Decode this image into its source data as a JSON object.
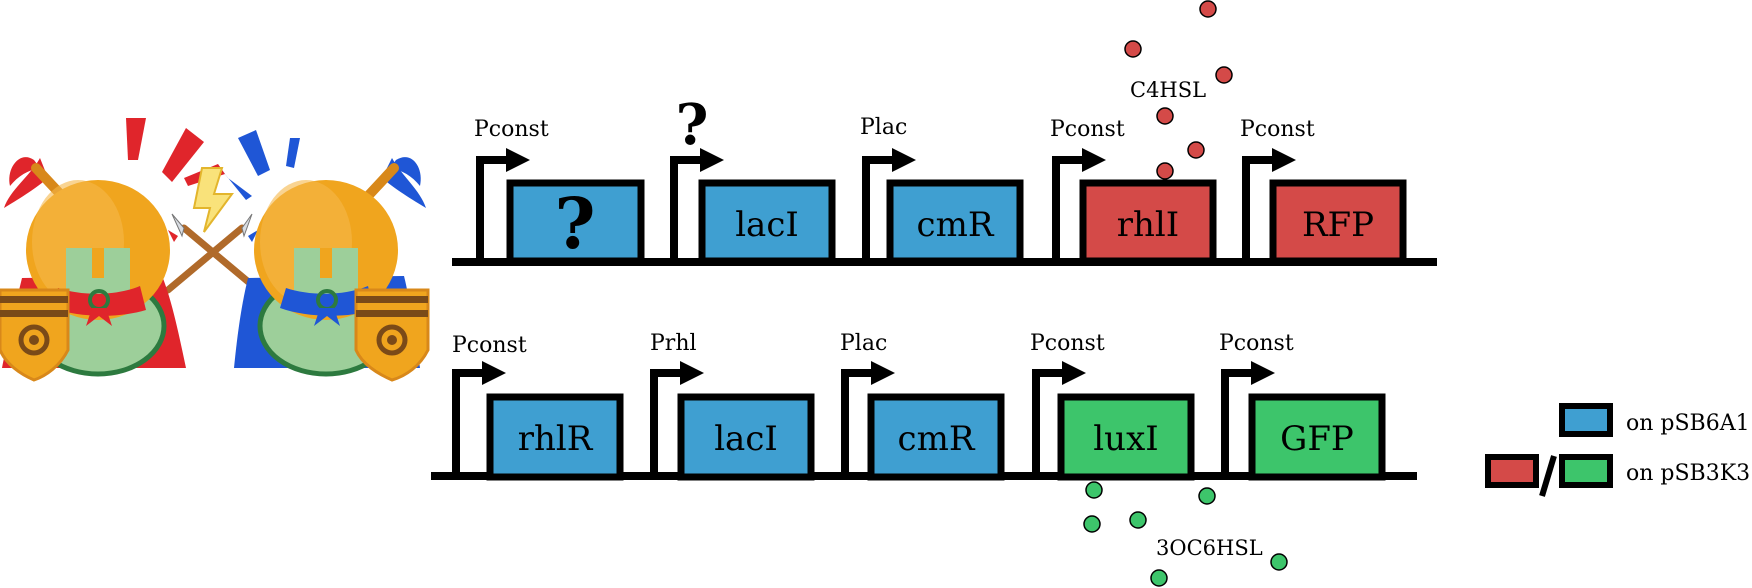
{
  "colors": {
    "blue": "#3f9fd1",
    "red": "#d44a48",
    "green": "#3dc56b",
    "line": "#000000",
    "gold": "#f0a51e",
    "goldDark": "#d8881a",
    "greenFace": "#9dcf9a",
    "greenDark": "#2d7a3f",
    "capeBlue": "#1f56d6",
    "capeRed": "#e0252b",
    "wood": "#b06a2a"
  },
  "top_row": {
    "promoters": [
      {
        "id": "t-p1",
        "label": "Pconst"
      },
      {
        "id": "t-p2",
        "label": "?"
      },
      {
        "id": "t-p3",
        "label": "Plac"
      },
      {
        "id": "t-p4",
        "label": "Pconst"
      },
      {
        "id": "t-p5",
        "label": "Pconst"
      }
    ],
    "genes": [
      {
        "id": "t-g1",
        "label": "?",
        "color": "blue"
      },
      {
        "id": "t-g2",
        "label": "lacI",
        "color": "blue"
      },
      {
        "id": "t-g3",
        "label": "cmR",
        "color": "blue"
      },
      {
        "id": "t-g4",
        "label": "rhlI",
        "color": "red"
      },
      {
        "id": "t-g5",
        "label": "RFP",
        "color": "red"
      }
    ],
    "signal_label": "C4HSL"
  },
  "bottom_row": {
    "promoters": [
      {
        "id": "b-p1",
        "label": "Pconst"
      },
      {
        "id": "b-p2",
        "label": "Prhl"
      },
      {
        "id": "b-p3",
        "label": "Plac"
      },
      {
        "id": "b-p4",
        "label": "Pconst"
      },
      {
        "id": "b-p5",
        "label": "Pconst"
      }
    ],
    "genes": [
      {
        "id": "b-g1",
        "label": "rhlR",
        "color": "blue"
      },
      {
        "id": "b-g2",
        "label": "lacI",
        "color": "blue"
      },
      {
        "id": "b-g3",
        "label": "cmR",
        "color": "blue"
      },
      {
        "id": "b-g4",
        "label": "luxI",
        "color": "green"
      },
      {
        "id": "b-g5",
        "label": "GFP",
        "color": "green"
      }
    ],
    "signal_label": "3OC6HSL"
  },
  "legend": {
    "item1": "on pSB6A1",
    "item2": "on pSB3K3"
  },
  "icons": [
    "knight-red-icon",
    "knight-blue-icon",
    "crossed-spears-icon",
    "lightning-icon"
  ]
}
